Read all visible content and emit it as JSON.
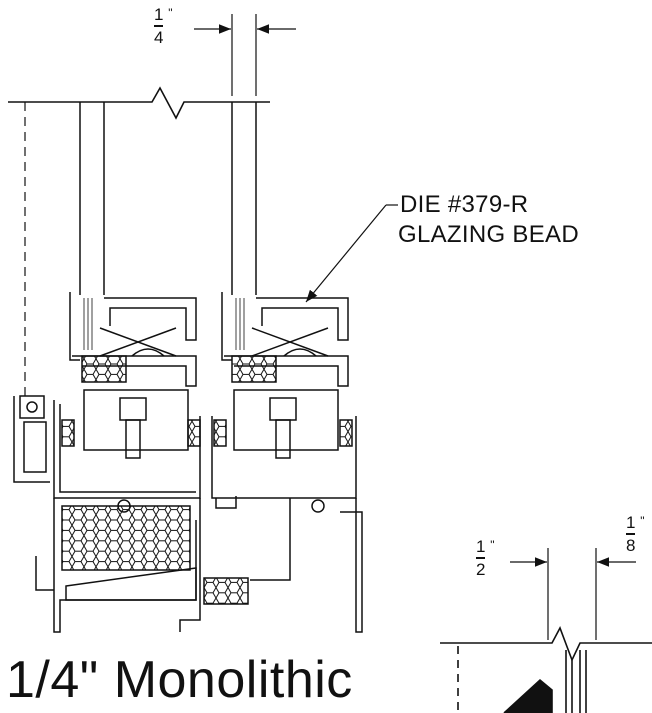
{
  "dimension_top": {
    "numerator": "1",
    "denominator": "4",
    "unit": "\""
  },
  "dimension_right_a": {
    "numerator": "1",
    "denominator": "8",
    "unit": "\""
  },
  "dimension_right_b": {
    "numerator": "1",
    "denominator": "2",
    "unit": "\""
  },
  "callout": {
    "line1": "DIE #379-R",
    "line2": "GLAZING BEAD"
  },
  "title": "1/4\" Monolithic",
  "colors": {
    "ink": "#111111",
    "background": "#ffffff"
  }
}
